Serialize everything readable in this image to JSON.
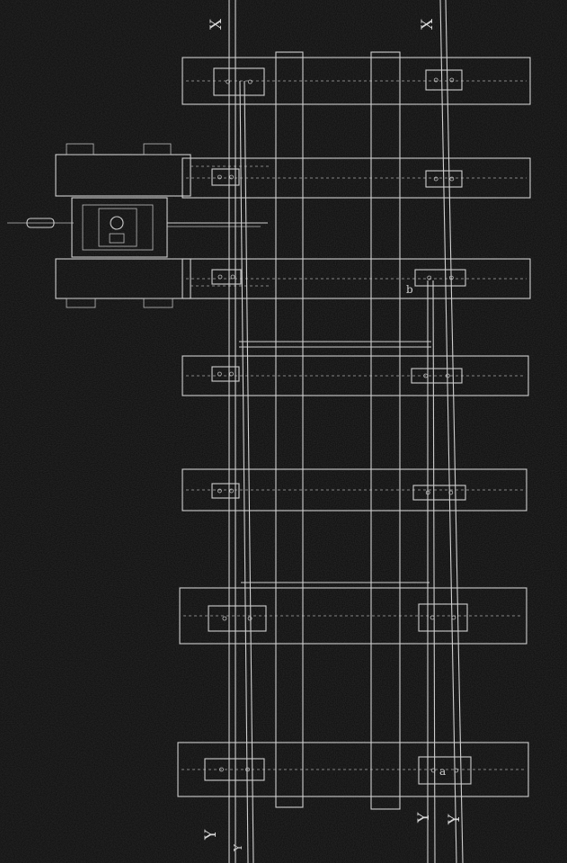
{
  "drawing": {
    "colors": {
      "background": "#0b0b0b",
      "line": "#cfcfcf"
    },
    "labels": {
      "x_left": "X",
      "x_right": "X",
      "y_left_outer": "Y",
      "y_left_inner": "Y",
      "y_right_inner": "Y",
      "y_right_outer": "Y",
      "mark_b": "b",
      "mark_a": "a"
    }
  }
}
